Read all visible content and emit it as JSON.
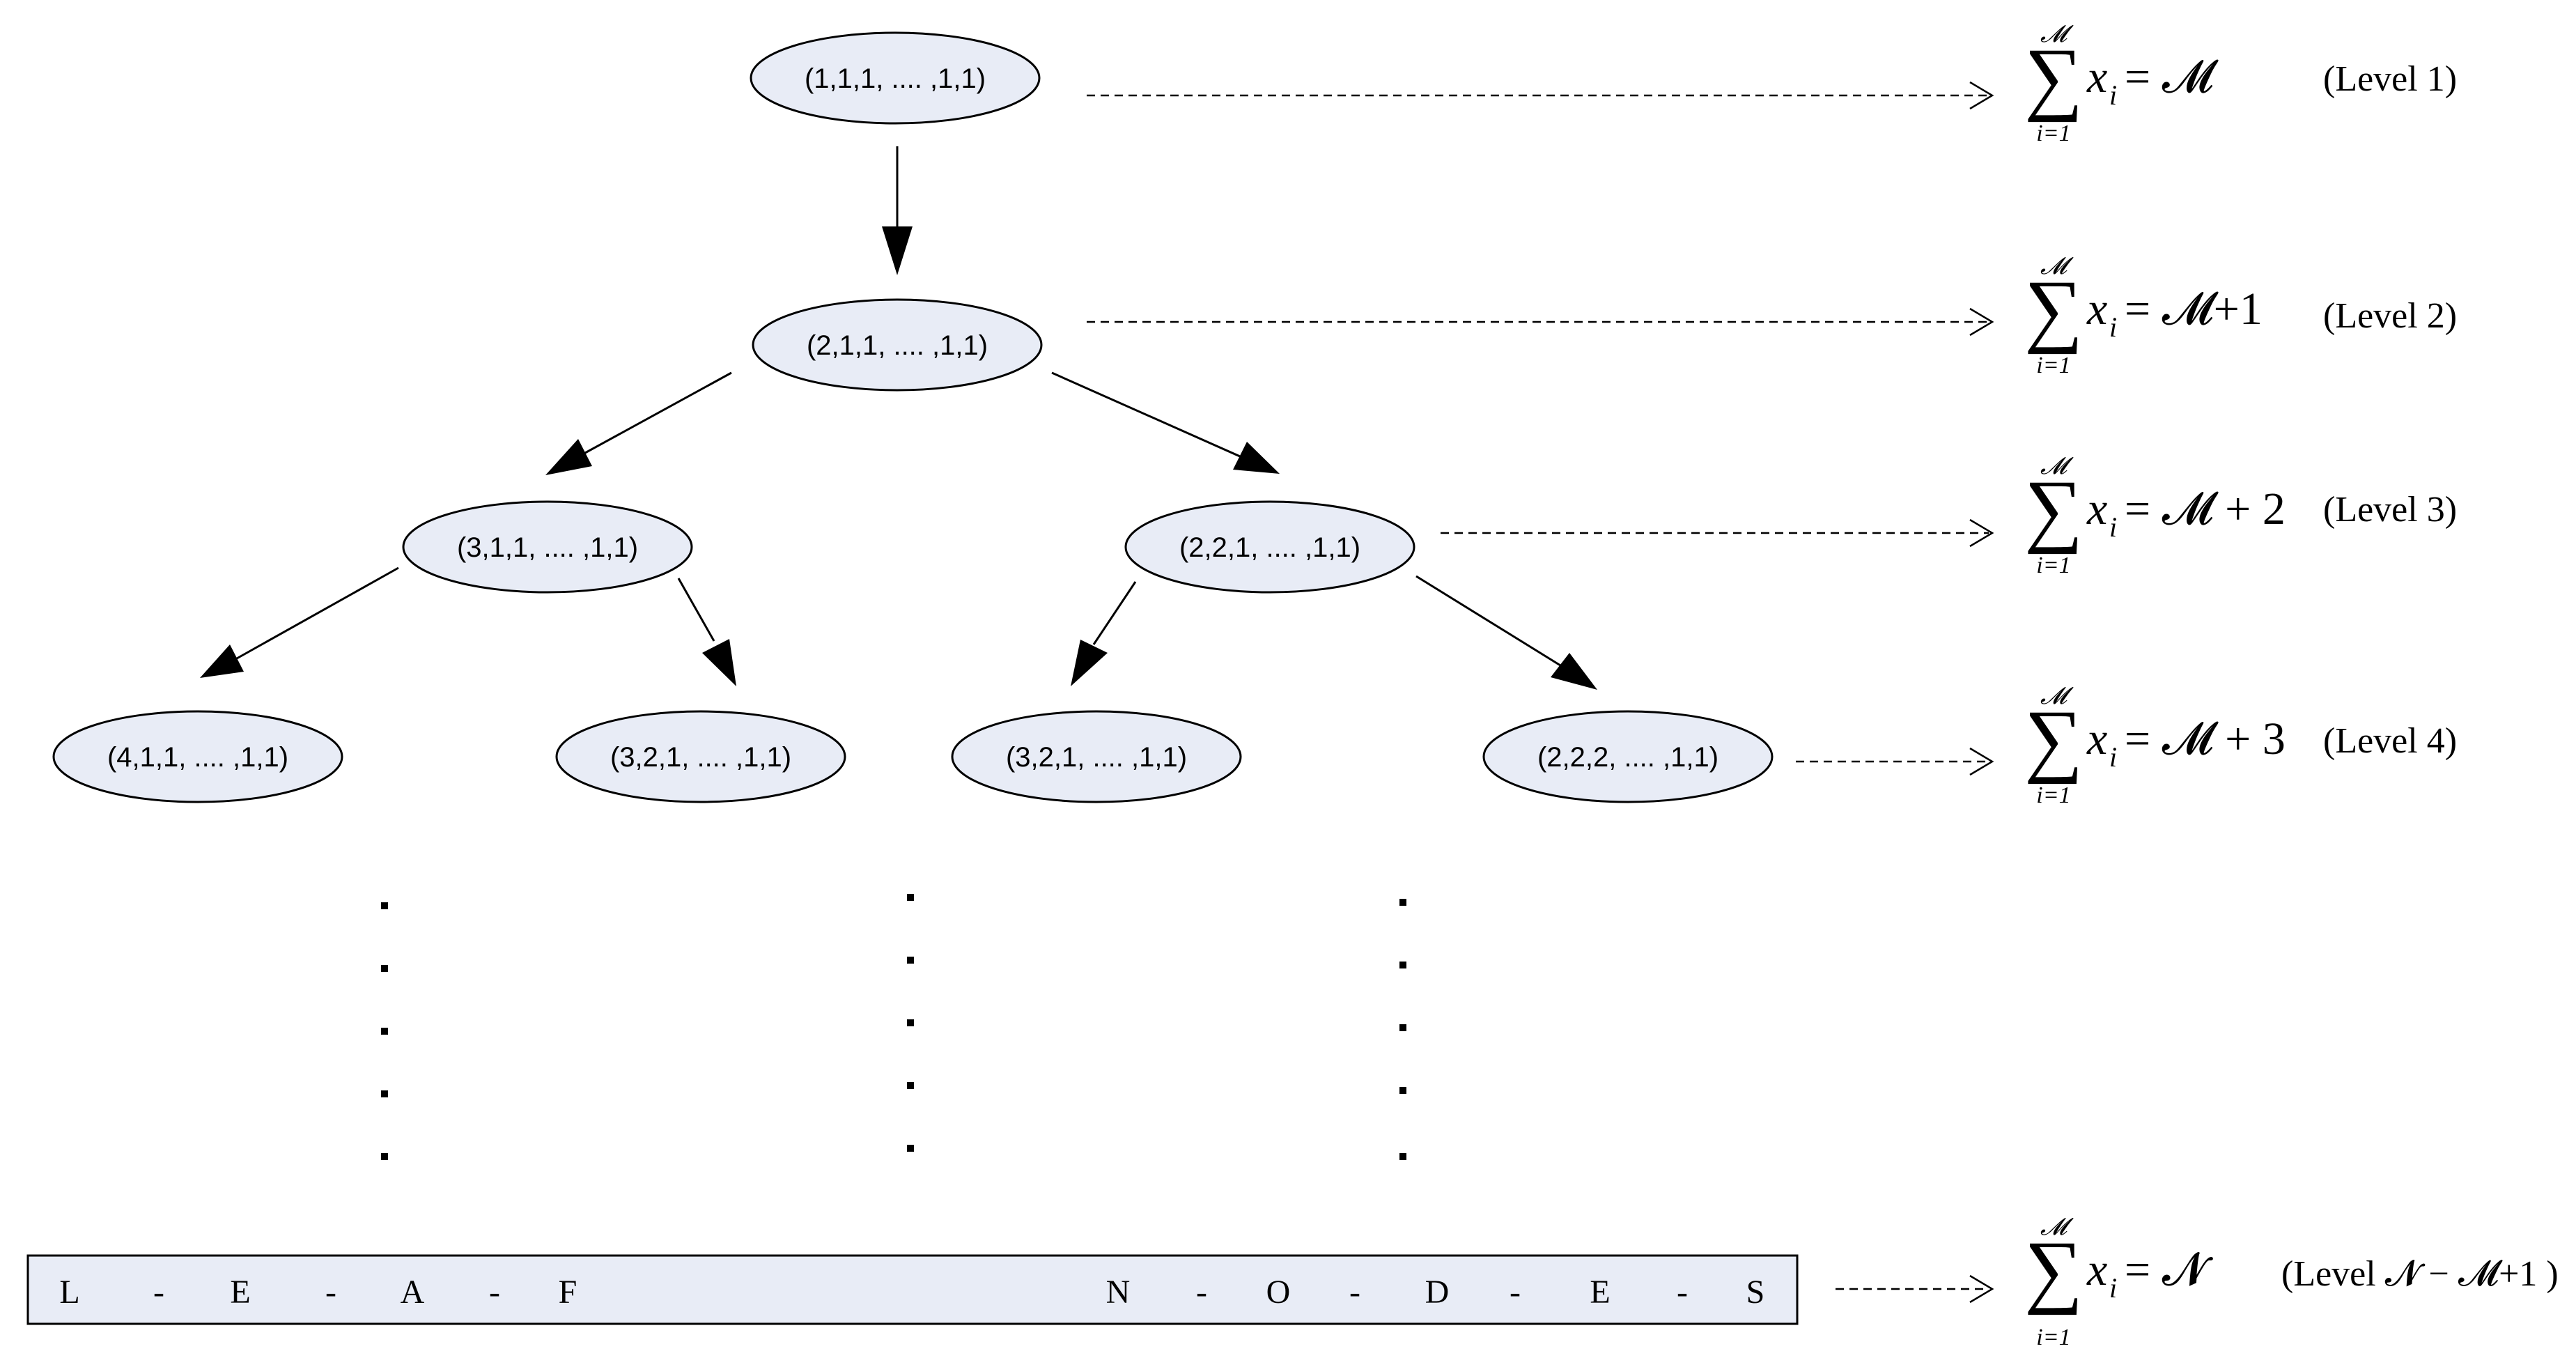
{
  "nodes": [
    {
      "id": "n1",
      "label": "(1,1,1,  ....  ,1,1)"
    },
    {
      "id": "n2",
      "label": "(2,1,1,  ....  ,1,1)"
    },
    {
      "id": "n3",
      "label": "(3,1,1,  ....  ,1,1)"
    },
    {
      "id": "n4",
      "label": "(2,2,1,  ....  ,1,1)"
    },
    {
      "id": "n5",
      "label": "(4,1,1,  ....  ,1,1)"
    },
    {
      "id": "n6",
      "label": "(3,2,1,  ....  ,1,1)"
    },
    {
      "id": "n7",
      "label": "(3,2,1,  ....  ,1,1)"
    },
    {
      "id": "n8",
      "label": "(2,2,2,  ....  ,1,1)"
    }
  ],
  "edges": [
    {
      "from": "n1",
      "to": "n2"
    },
    {
      "from": "n2",
      "to": "n3"
    },
    {
      "from": "n2",
      "to": "n4"
    },
    {
      "from": "n3",
      "to": "n5"
    },
    {
      "from": "n3",
      "to": "n6"
    },
    {
      "from": "n4",
      "to": "n7"
    },
    {
      "from": "n4",
      "to": "n8"
    }
  ],
  "leaf_box": {
    "letters": [
      "L",
      "-",
      "E",
      "-",
      "A",
      "-",
      "F",
      "N",
      "-",
      "O",
      "-",
      "D",
      "-",
      "E",
      "-",
      "S"
    ]
  },
  "formulas": [
    {
      "sum_upper": "𝓜",
      "sum_lower": "i=1",
      "lhs": "x",
      "lhs_sub": "i",
      "rhs": "= 𝓜",
      "level": "(Level 1)"
    },
    {
      "sum_upper": "𝓜",
      "sum_lower": "i=1",
      "lhs": "x",
      "lhs_sub": "i",
      "rhs": "= 𝓜+1",
      "level": "(Level 2)"
    },
    {
      "sum_upper": "𝓜",
      "sum_lower": "i=1",
      "lhs": "x",
      "lhs_sub": "i",
      "rhs": "= 𝓜 + 2",
      "level": "(Level 3)"
    },
    {
      "sum_upper": "𝓜",
      "sum_lower": "i=1",
      "lhs": "x",
      "lhs_sub": "i",
      "rhs": "= 𝓜 + 3",
      "level": "(Level 4)"
    },
    {
      "sum_upper": "𝓜",
      "sum_lower": "i=1",
      "lhs": "x",
      "lhs_sub": "i",
      "rhs": "= 𝓝",
      "level": "(Level 𝓝 − 𝓜+1 )"
    }
  ],
  "colors": {
    "node_fill": "#e8ecf6",
    "stroke": "#000000"
  }
}
